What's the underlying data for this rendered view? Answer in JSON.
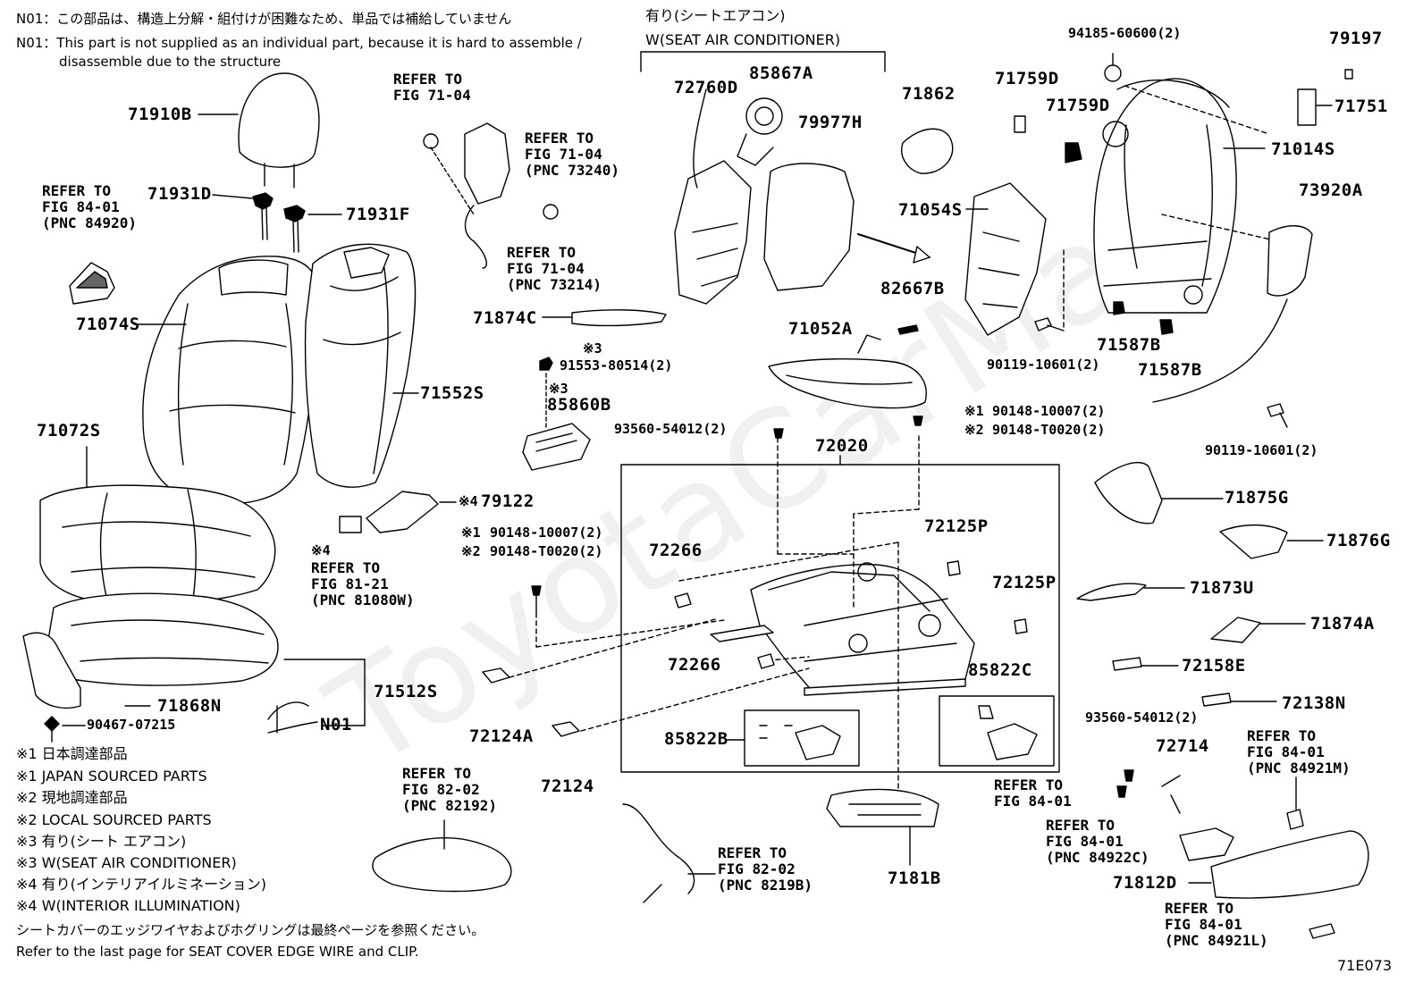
{
  "header_notes": {
    "n01_jp": "N01：この部品は、構造上分解・組付けが困難なため、単品では補給していません",
    "n01_en_line1": "N01：This part is not supplied as an individual part, because it is hard to assemble /",
    "n01_en_line2": "disassemble due to the structure"
  },
  "option_header": {
    "jp": "有り(シートエアコン)",
    "en": "W(SEAT AIR CONDITIONER)"
  },
  "parts": {
    "p71910B": "71910B",
    "p71931D": "71931D",
    "p71931F": "71931F",
    "p71074S": "71074S",
    "p71552S": "71552S",
    "p71072S": "71072S",
    "p79122": "79122",
    "p71868N": "71868N",
    "p71512S": "71512S",
    "p90467": "90467-07215",
    "pN01": "N01",
    "p72760D": "72760D",
    "p85867A": "85867A",
    "p79977H": "79977H",
    "p71874C": "71874C",
    "p91553": "91553-80514(2)",
    "p85860B": "85860B",
    "p93560a": "93560-54012(2)",
    "p90148a_1": "90148-10007(2)",
    "p90148a_2": "90148-T0020(2)",
    "p72020": "72020",
    "p90148b_1": "90148-10007(2)",
    "p90148b_2": "90148-T0020(2)",
    "p72266a": "72266",
    "p72266b": "72266",
    "p72125Pa": "72125P",
    "p72125Pb": "72125P",
    "p85822C": "85822C",
    "p85822B": "85822B",
    "p72124A": "72124A",
    "p72124": "72124",
    "p71862": "71862",
    "p71054S": "71054S",
    "p82667B": "82667B",
    "p71052A": "71052A",
    "p71759Da": "71759D",
    "p71759Db": "71759D",
    "p94185": "94185-60600(2)",
    "p79197": "79197",
    "p71751": "71751",
    "p71014S": "71014S",
    "p73920A": "73920A",
    "p90119a": "90119-10601(2)",
    "p71587Ba": "71587B",
    "p71587Bb": "71587B",
    "p90119b": "90119-10601(2)",
    "p71875G": "71875G",
    "p71876G": "71876G",
    "p71873U": "71873U",
    "p71874A": "71874A",
    "p72158E": "72158E",
    "p72138N": "72138N",
    "p93560b": "93560-54012(2)",
    "p72714": "72714",
    "p71812D": "71812D",
    "p7181B": "7181B"
  },
  "marks": {
    "m3a": "※3",
    "m3b": "※3",
    "m4a": "※4",
    "m4b": "※4",
    "m1a": "※1",
    "m2a": "※2",
    "m1b": "※1",
    "m2b": "※2"
  },
  "refs": {
    "r_fig8401_84920": "REFER TO\nFIG 84-01\n(PNC 84920)",
    "r_fig7104": "REFER TO\nFIG 71-04",
    "r_fig7104_73240": "REFER TO\nFIG 71-04\n(PNC 73240)",
    "r_fig7104_73214": "REFER TO\nFIG 71-04\n(PNC 73214)",
    "r_fig8121": "REFER TO\nFIG 81-21\n(PNC 81080W)",
    "r_fig8202_82192": "REFER TO\nFIG 82-02\n(PNC 82192)",
    "r_fig8202_8219B": "REFER TO\nFIG 82-02\n(PNC 8219B)",
    "r_fig8401": "REFER TO\nFIG 84-01",
    "r_fig8401_84922C": "REFER TO\nFIG 84-01\n(PNC 84922C)",
    "r_fig8401_84921M": "REFER TO\nFIG 84-01\n(PNC 84921M)",
    "r_fig8401_84921L": "REFER TO\nFIG 84-01\n(PNC 84921L)"
  },
  "legend": [
    "※1 日本調達部品",
    "※1 JAPAN SOURCED PARTS",
    "※2 現地調達部品",
    "※2 LOCAL SOURCED PARTS",
    "※3 有り(シート エアコン)",
    "※3 W(SEAT AIR CONDITIONER)",
    "※4 有り(インテリアイルミネーション)",
    "※4 W(INTERIOR ILLUMINATION)"
  ],
  "footer_notes": {
    "jp": "シートカバーのエッジワイヤおよびホグリングは最終ページを参照ください。",
    "en": "Refer to the last page for SEAT COVER EDGE WIRE and CLIP."
  },
  "figure_code": "71E073",
  "watermark": "ToyotaCarMart"
}
